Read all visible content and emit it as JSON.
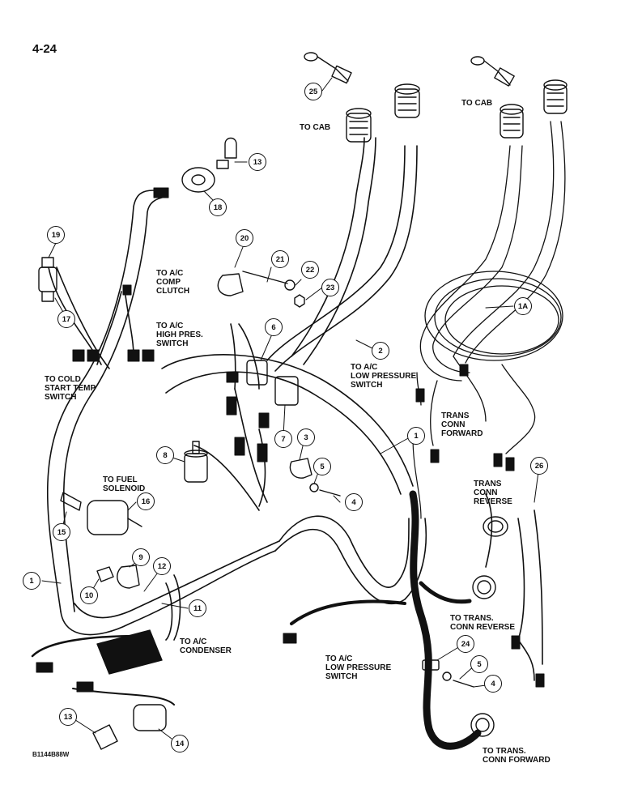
{
  "page_number": "4-24",
  "drawing_code": "B1144B88W",
  "labels": {
    "to_cab_left": "TO CAB",
    "to_cab_right": "TO CAB",
    "ac_comp_clutch": "TO A/C\nCOMP\nCLUTCH",
    "ac_high_pres": "TO A/C\nHIGH PRES.\nSWITCH",
    "cold_start": "TO COLD\nSTART TEMP\nSWITCH",
    "fuel_solenoid": "TO FUEL\nSOLENOID",
    "ac_low_pressure_top": "TO A/C\nLOW PRESSURE\nSWITCH",
    "trans_conn_forward_top": "TRANS\nCONN\nFORWARD",
    "trans_conn_reverse_top": "TRANS\nCONN\nREVERSE",
    "ac_condenser": "TO A/C\nCONDENSER",
    "ac_low_pressure_bottom": "TO A/C\nLOW PRESSURE\nSWITCH",
    "trans_conn_reverse_bottom": "TO TRANS.\nCONN REVERSE",
    "trans_conn_forward_bottom": "TO TRANS.\nCONN FORWARD"
  },
  "callouts": [
    "1",
    "1A",
    "2",
    "3",
    "4",
    "5",
    "6",
    "7",
    "8",
    "9",
    "10",
    "11",
    "12",
    "13",
    "14",
    "15",
    "16",
    "17",
    "18",
    "19",
    "20",
    "21",
    "22",
    "23",
    "24",
    "25",
    "26"
  ]
}
